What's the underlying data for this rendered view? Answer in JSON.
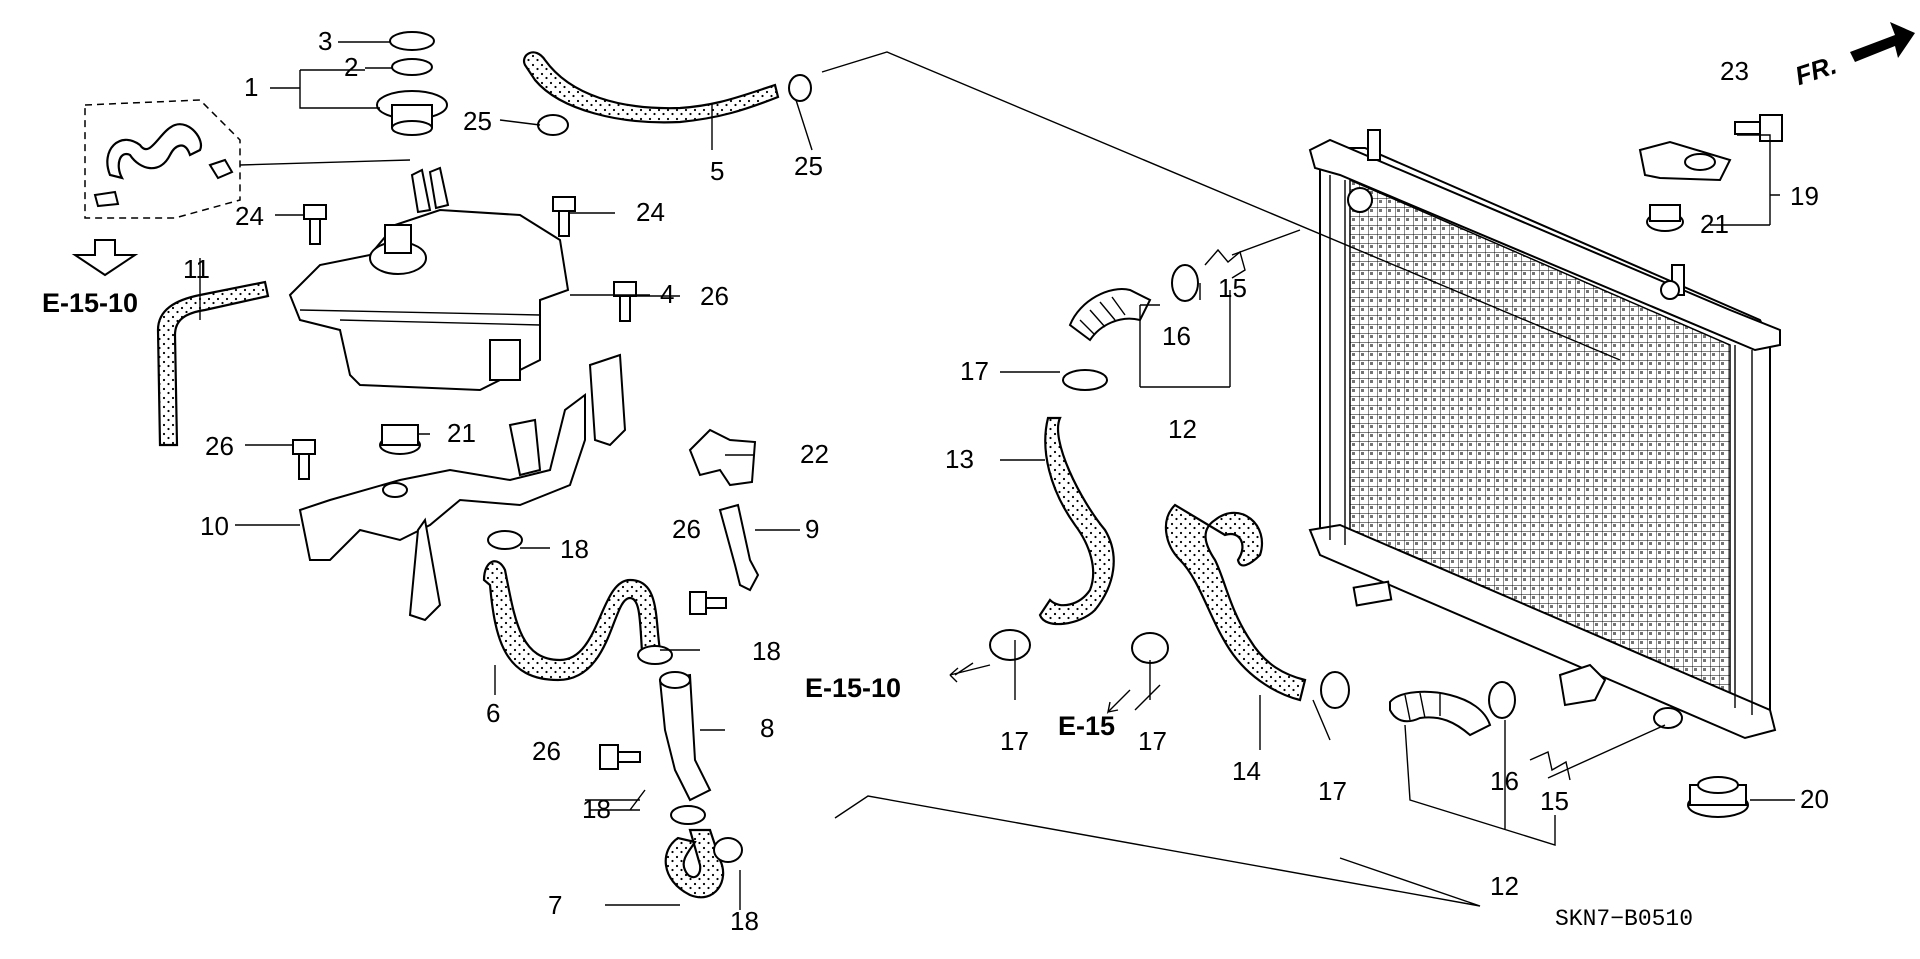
{
  "diagram": {
    "code": "SKN7−B0510",
    "direction_label": "FR.",
    "refs": {
      "e15_10_top": "E-15-10",
      "e15_10_mid": "E-15-10",
      "e15": "E-15"
    },
    "callouts": {
      "c1": "1",
      "c2": "2",
      "c3": "3",
      "c4": "4",
      "c5": "5",
      "c6": "6",
      "c7": "7",
      "c8": "8",
      "c9": "9",
      "c10": "10",
      "c11": "11",
      "c12a": "12",
      "c12b": "12",
      "c13": "13",
      "c14": "14",
      "c15a": "15",
      "c15b": "15",
      "c16a": "16",
      "c16b": "16",
      "c17a": "17",
      "c17b": "17",
      "c17c": "17",
      "c17d": "17",
      "c18a": "18",
      "c18b": "18",
      "c18c": "18",
      "c18d": "18",
      "c19": "19",
      "c20": "20",
      "c21a": "21",
      "c21b": "21",
      "c22": "22",
      "c23": "23",
      "c24a": "24",
      "c24b": "24",
      "c25a": "25",
      "c25b": "25",
      "c26a": "26",
      "c26b": "26",
      "c26c": "26",
      "c26d": "26"
    }
  }
}
